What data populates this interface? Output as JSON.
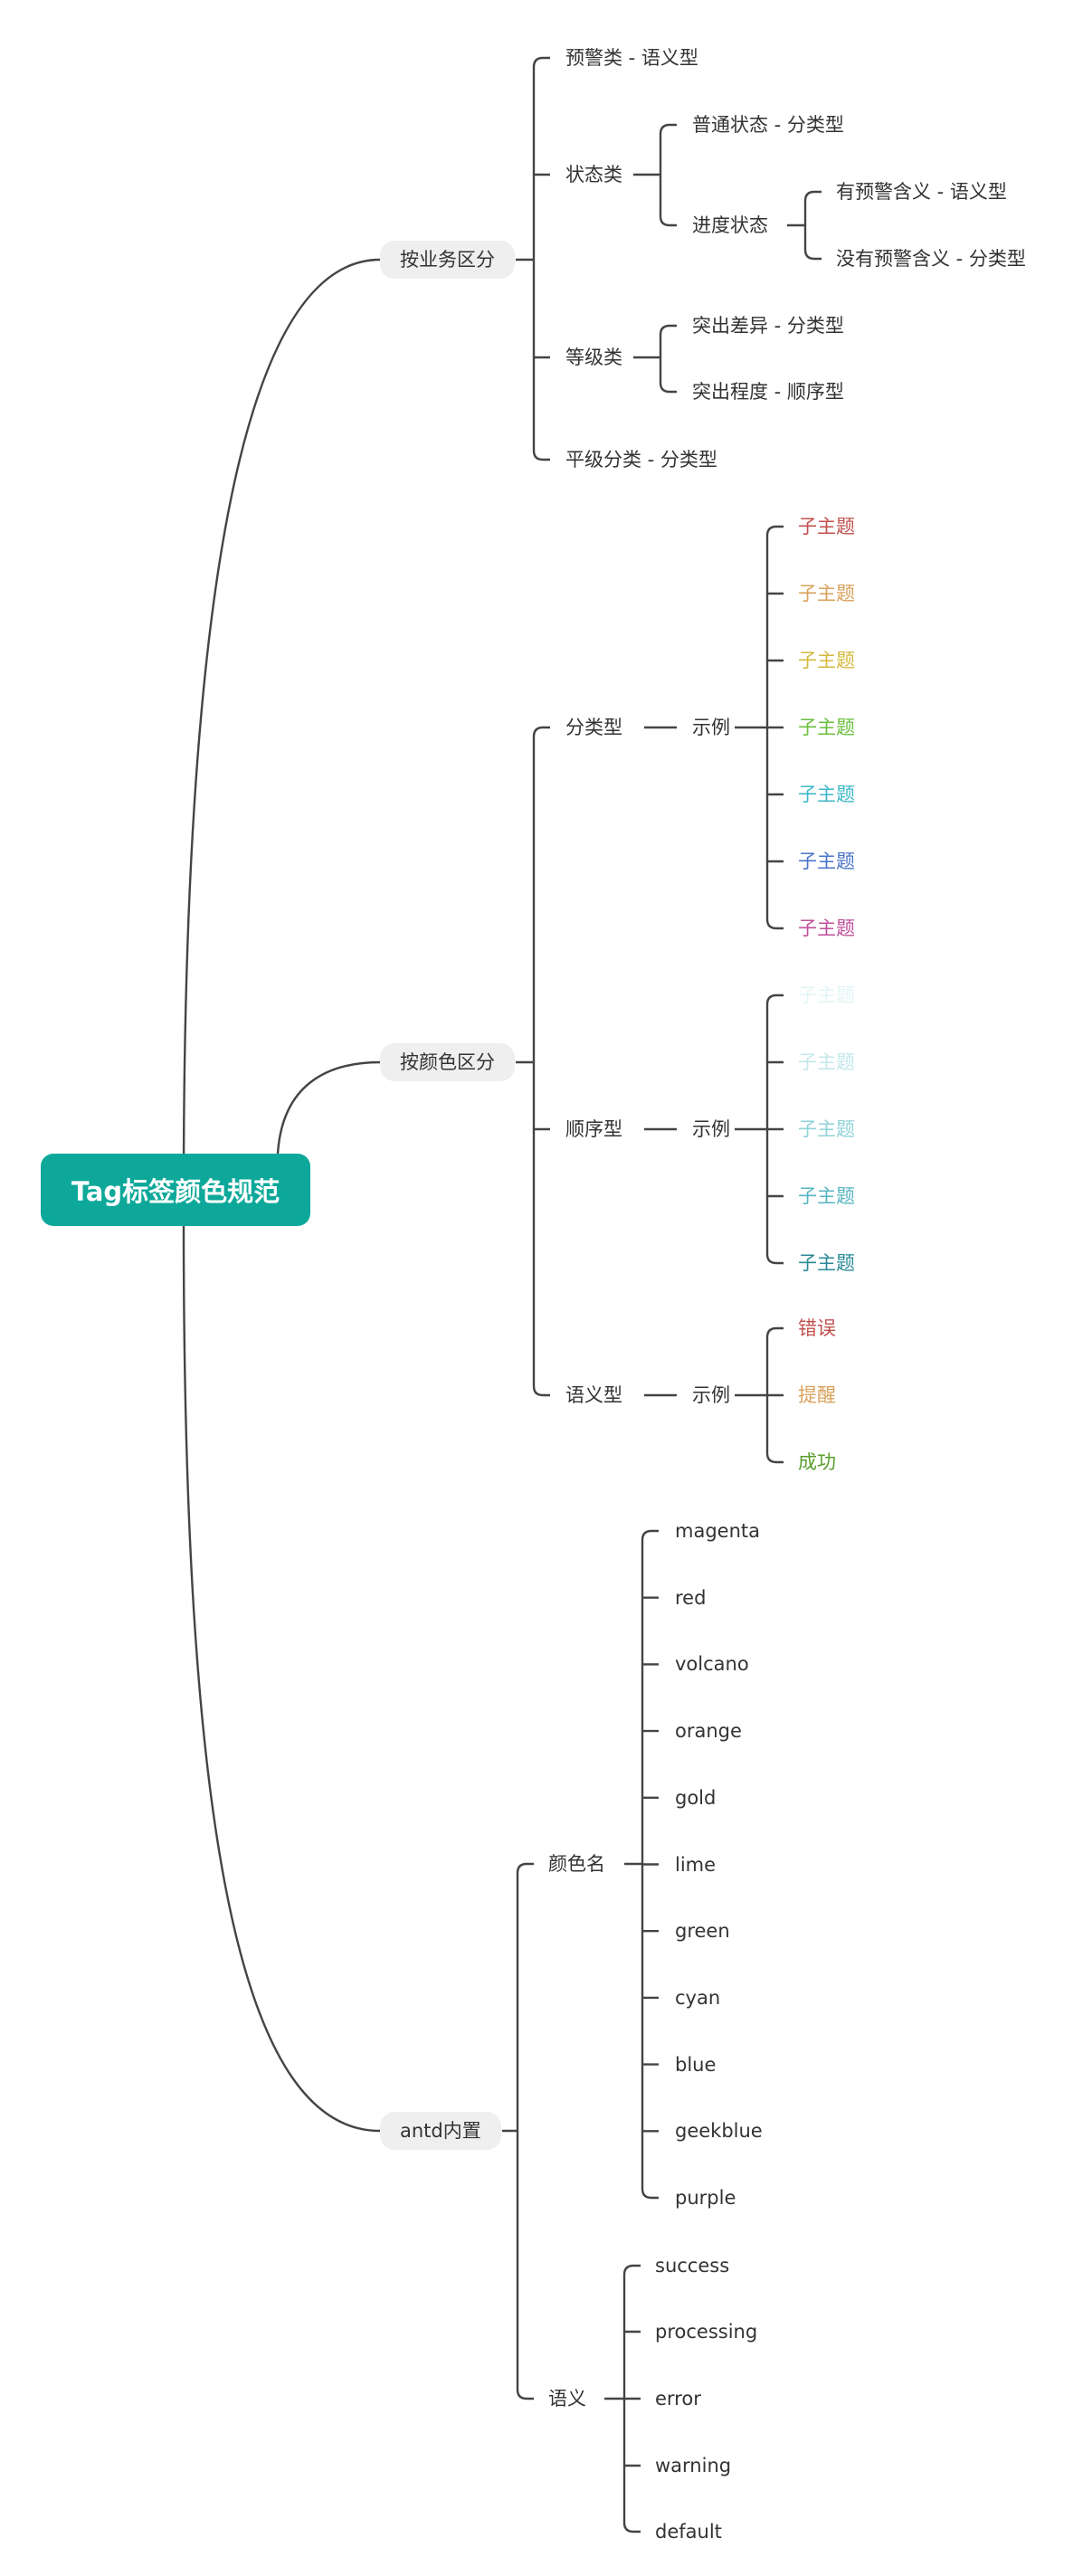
{
  "root": {
    "label": "Tag标签颜色规范",
    "color": "#0ea89a"
  },
  "business": {
    "label": "按业务区分",
    "warning": "预警类 - 语义型",
    "status": {
      "label": "状态类",
      "normal": "普通状态  - 分类型",
      "progress": {
        "label": "进度状态",
        "with_warning": "有预警含义 - 语义型",
        "without_warning": "没有预警含义 - 分类型"
      }
    },
    "level": {
      "label": "等级类",
      "diff": "突出差异 - 分类型",
      "degree": "突出程度 - 顺序型"
    },
    "flat": "平级分类 - 分类型"
  },
  "color": {
    "label": "按颜色区分",
    "categorical": {
      "label": "分类型",
      "example": "示例",
      "items": [
        {
          "text": "子主题",
          "color": "#c0504d"
        },
        {
          "text": "子主题",
          "color": "#d9a15c"
        },
        {
          "text": "子主题",
          "color": "#d4b83c"
        },
        {
          "text": "子主题",
          "color": "#6abf3e"
        },
        {
          "text": "子主题",
          "color": "#3eb8c8"
        },
        {
          "text": "子主题",
          "color": "#4a74c9"
        },
        {
          "text": "子主题",
          "color": "#c0509a"
        }
      ]
    },
    "sequential": {
      "label": "顺序型",
      "example": "示例",
      "items": [
        {
          "text": "子主题",
          "color": "#e3f5f5"
        },
        {
          "text": "子主题",
          "color": "#c2e8ea"
        },
        {
          "text": "子主题",
          "color": "#8fd3d8"
        },
        {
          "text": "子主题",
          "color": "#56b5c0"
        },
        {
          "text": "子主题",
          "color": "#2a8a96"
        }
      ]
    },
    "semantic": {
      "label": "语义型",
      "example": "示例",
      "items": [
        {
          "text": "错误",
          "color": "#c0504d"
        },
        {
          "text": "提醒",
          "color": "#d9a15c"
        },
        {
          "text": "成功",
          "color": "#5a9e2e"
        }
      ]
    }
  },
  "antd": {
    "label": "antd内置",
    "color_names": {
      "label": "颜色名",
      "items": [
        "magenta",
        "red",
        "volcano",
        "orange",
        "gold",
        "lime",
        "green",
        "cyan",
        "blue",
        "geekblue",
        "purple"
      ]
    },
    "semantic": {
      "label": "语义",
      "items": [
        "success",
        "processing",
        "error",
        "warning",
        "default"
      ]
    }
  },
  "line_color": "#444444"
}
